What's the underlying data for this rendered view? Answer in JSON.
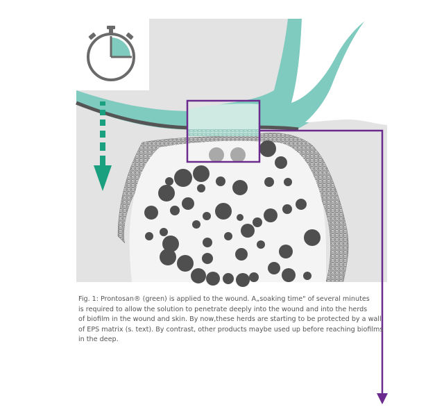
{
  "caption": {
    "lines": [
      "Fig. 1: Prontosan® (green) is applied to the wound. A„soaking time\" of several minutes",
      "is required to allow the solution to penetrate deeply into the wound and into the herds",
      "of biofilm in the wound and skin. By now,these herds are starting to be protected by a wall",
      "of EPS matrix (s. text). By contrast, other products maybe used up before reaching biofilms",
      "in the deep."
    ]
  },
  "colors": {
    "prontosan_green": "#7fcbbf",
    "prontosan_light": "#cfe9e3",
    "arrow_green": "#1aa07f",
    "highlight_purple": "#6b2a8e",
    "tissue_gray": "#e3e3e4",
    "biofilm_dot": "#4f4f50",
    "wound_bed": "#f4f4f4"
  },
  "icons": [
    "stopwatch-icon",
    "penetration-arrow-icon",
    "callout-arrow-icon"
  ]
}
